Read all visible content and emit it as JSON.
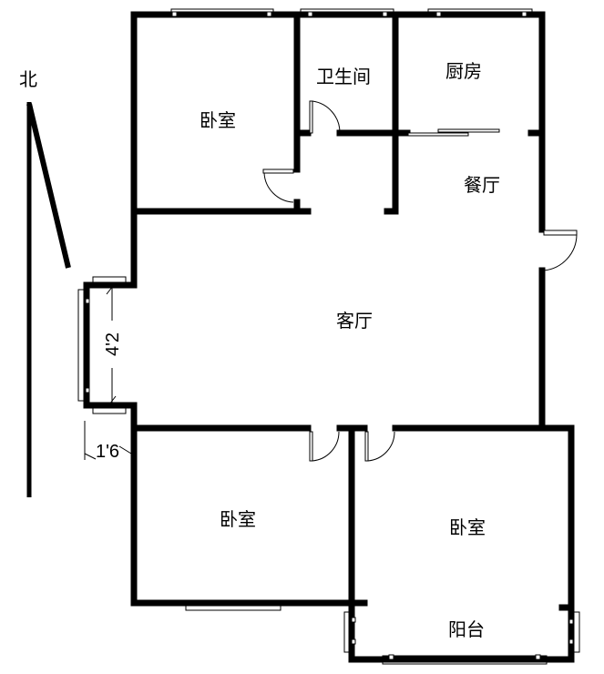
{
  "compass": {
    "north_label": "北"
  },
  "rooms": {
    "bedroom_top": "卧室",
    "bathroom": "卫生间",
    "kitchen": "厨房",
    "dining": "餐厅",
    "living": "客厅",
    "bedroom_bottom_left": "卧室",
    "bedroom_bottom_right": "卧室",
    "balcony": "阳台"
  },
  "dimensions": {
    "bay_width": "4'2",
    "bay_depth": "1'6"
  }
}
